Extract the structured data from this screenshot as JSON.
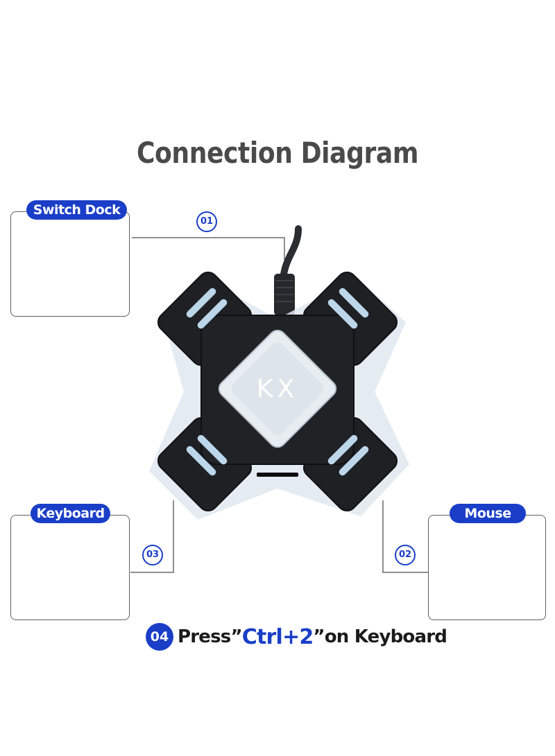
{
  "title": "Connection Diagram",
  "devices": {
    "switch_dock": {
      "label": "Switch Dock",
      "step": "01"
    },
    "keyboard": {
      "label": "Keyboard",
      "step": "03"
    },
    "mouse": {
      "label": "Mouse",
      "step": "02"
    }
  },
  "hub": {
    "logo": "KX"
  },
  "footer": {
    "step": "04",
    "text_before": "Press”",
    "key_combo": "Ctrl+2",
    "text_after": "”on Keyboard"
  },
  "colors": {
    "accent": "#1a3ec7",
    "title": "#4a4a4a",
    "border": "#5f5f5f",
    "hub_body": "#1e2024"
  },
  "icons": [
    "switch-dock-icon",
    "keyboard-icon",
    "mouse-icon",
    "kx-adapter-icon"
  ]
}
